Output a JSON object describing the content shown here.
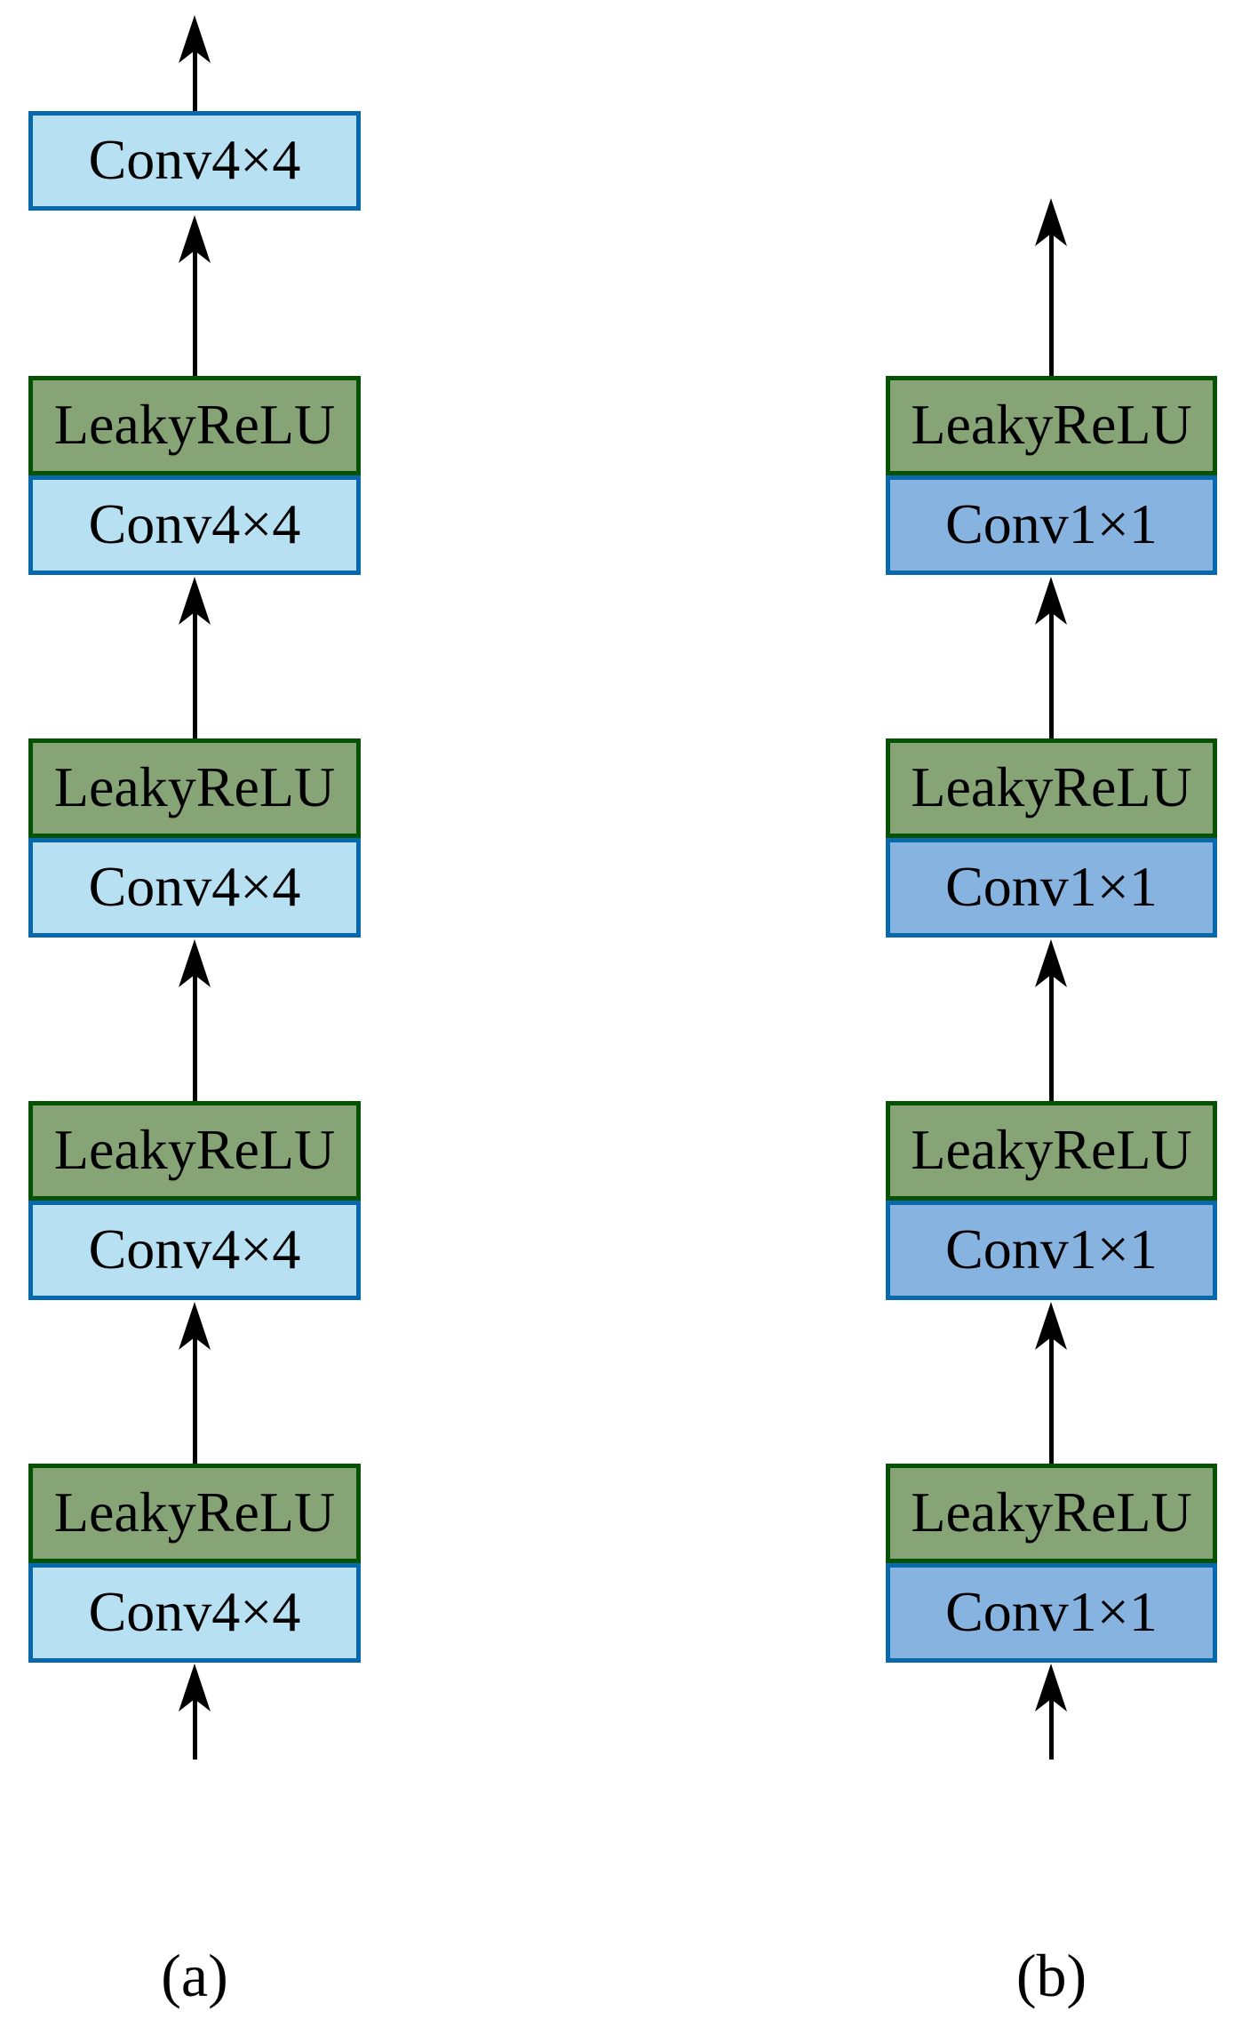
{
  "figure": {
    "columns": [
      {
        "caption": "(a)",
        "top_layer": {
          "label": "Conv4×4"
        },
        "pairs": [
          {
            "activation": "LeakyReLU",
            "conv": "Conv4×4"
          },
          {
            "activation": "LeakyReLU",
            "conv": "Conv4×4"
          },
          {
            "activation": "LeakyReLU",
            "conv": "Conv4×4"
          },
          {
            "activation": "LeakyReLU",
            "conv": "Conv4×4"
          }
        ]
      },
      {
        "caption": "(b)",
        "pairs": [
          {
            "activation": "LeakyReLU",
            "conv": "Conv1×1"
          },
          {
            "activation": "LeakyReLU",
            "conv": "Conv1×1"
          },
          {
            "activation": "LeakyReLU",
            "conv": "Conv1×1"
          },
          {
            "activation": "LeakyReLU",
            "conv": "Conv1×1"
          }
        ]
      }
    ]
  },
  "colors": {
    "conv44_fill": "#B7E0F2",
    "conv11_fill": "#87B3E1",
    "relu_fill": "#86A476",
    "blue_border": "#0768AC",
    "green_border": "#055205",
    "arrow": "#000000"
  }
}
